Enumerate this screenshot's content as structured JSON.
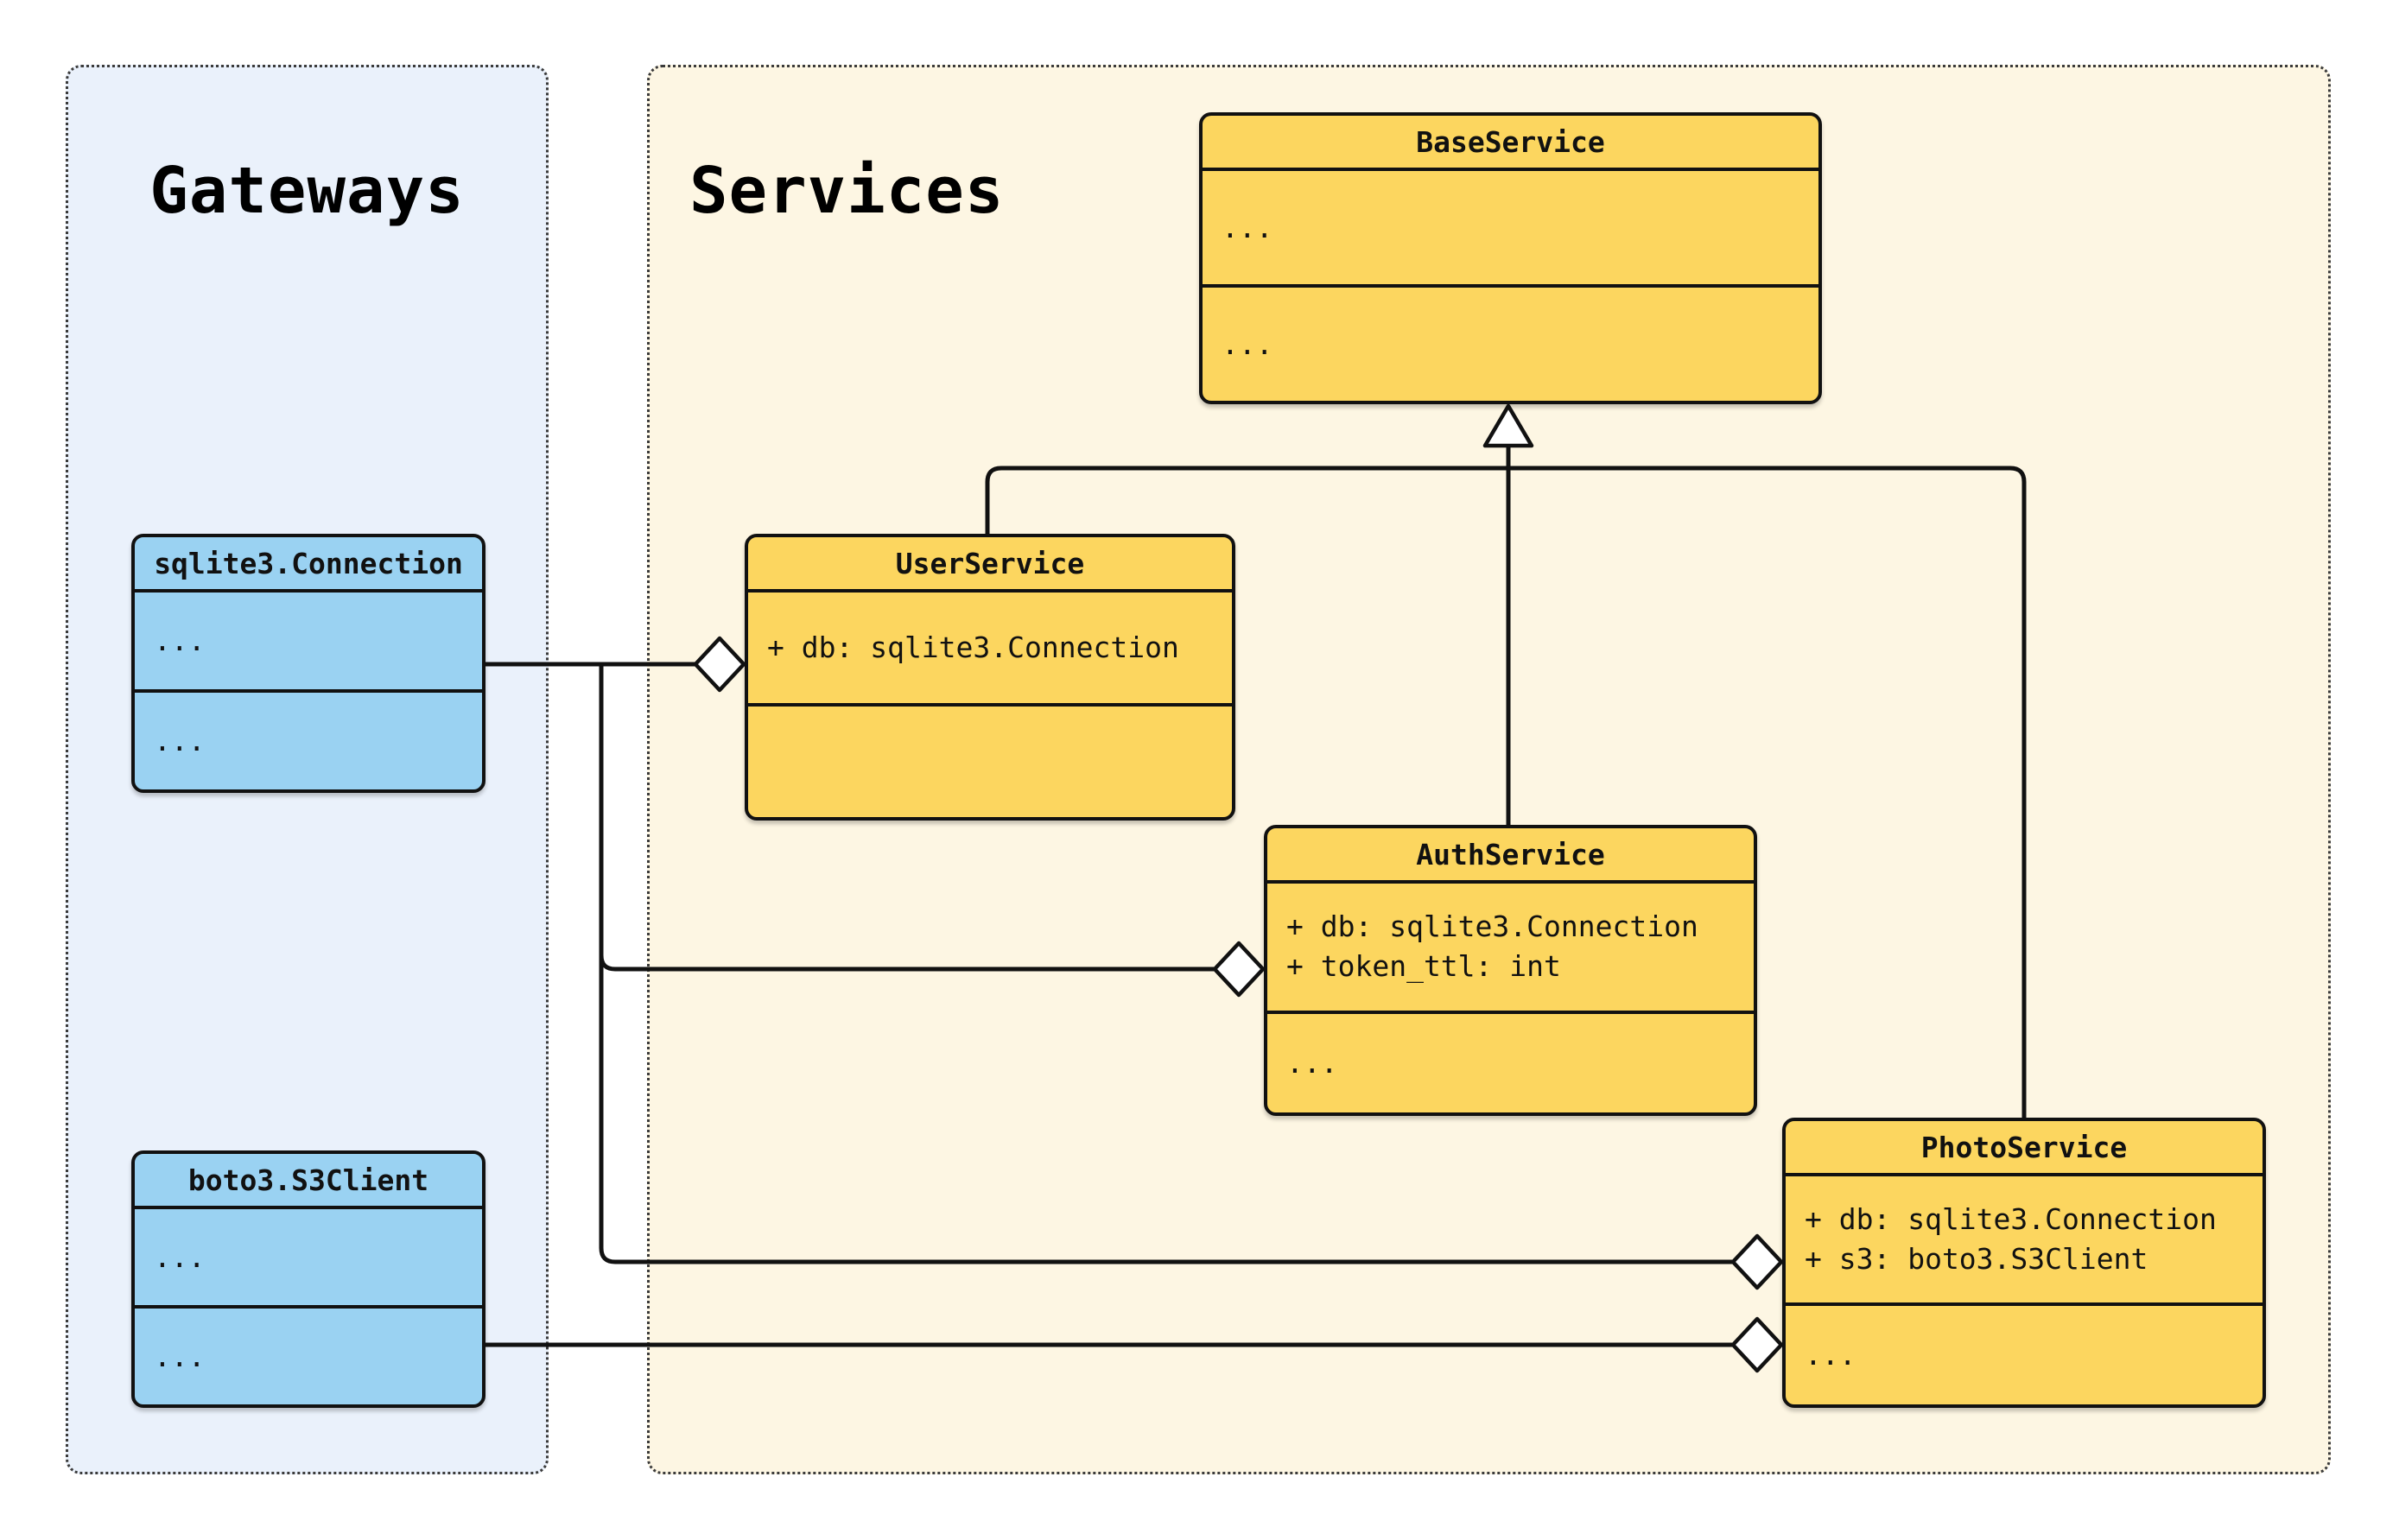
{
  "diagram_type": "uml-class-diagram",
  "colors": {
    "page_background": "#ffffff",
    "gateways_container_fill": "#eaf1fb",
    "services_container_fill": "#fdf6e3",
    "gateway_class_fill": "#9ad2f2",
    "service_class_fill": "#fcd65f",
    "stroke": "#111111"
  },
  "containers": {
    "gateways": {
      "title": "Gateways"
    },
    "services": {
      "title": "Services"
    }
  },
  "classes": {
    "base_service": {
      "title": "BaseService",
      "attributes": [
        "..."
      ],
      "methods": [
        "..."
      ]
    },
    "user_service": {
      "title": "UserService",
      "attributes": [
        "+ db: sqlite3.Connection"
      ],
      "methods": []
    },
    "auth_service": {
      "title": "AuthService",
      "attributes": [
        "+ db: sqlite3.Connection",
        "+ token_ttl: int"
      ],
      "methods": [
        "..."
      ]
    },
    "photo_service": {
      "title": "PhotoService",
      "attributes": [
        "+ db: sqlite3.Connection",
        "+ s3: boto3.S3Client"
      ],
      "methods": [
        "..."
      ]
    },
    "sqlite_connection": {
      "title": "sqlite3.Connection",
      "attributes": [
        "..."
      ],
      "methods": [
        "..."
      ]
    },
    "boto_s3client": {
      "title": "boto3.S3Client",
      "attributes": [
        "..."
      ],
      "methods": [
        "..."
      ]
    }
  },
  "relationships": [
    {
      "type": "inheritance",
      "from": "UserService",
      "to": "BaseService"
    },
    {
      "type": "inheritance",
      "from": "AuthService",
      "to": "BaseService"
    },
    {
      "type": "inheritance",
      "from": "PhotoService",
      "to": "BaseService"
    },
    {
      "type": "aggregation",
      "from": "sqlite3.Connection",
      "to": "UserService"
    },
    {
      "type": "aggregation",
      "from": "sqlite3.Connection",
      "to": "AuthService"
    },
    {
      "type": "aggregation",
      "from": "sqlite3.Connection",
      "to": "PhotoService"
    },
    {
      "type": "aggregation",
      "from": "boto3.S3Client",
      "to": "PhotoService"
    }
  ]
}
